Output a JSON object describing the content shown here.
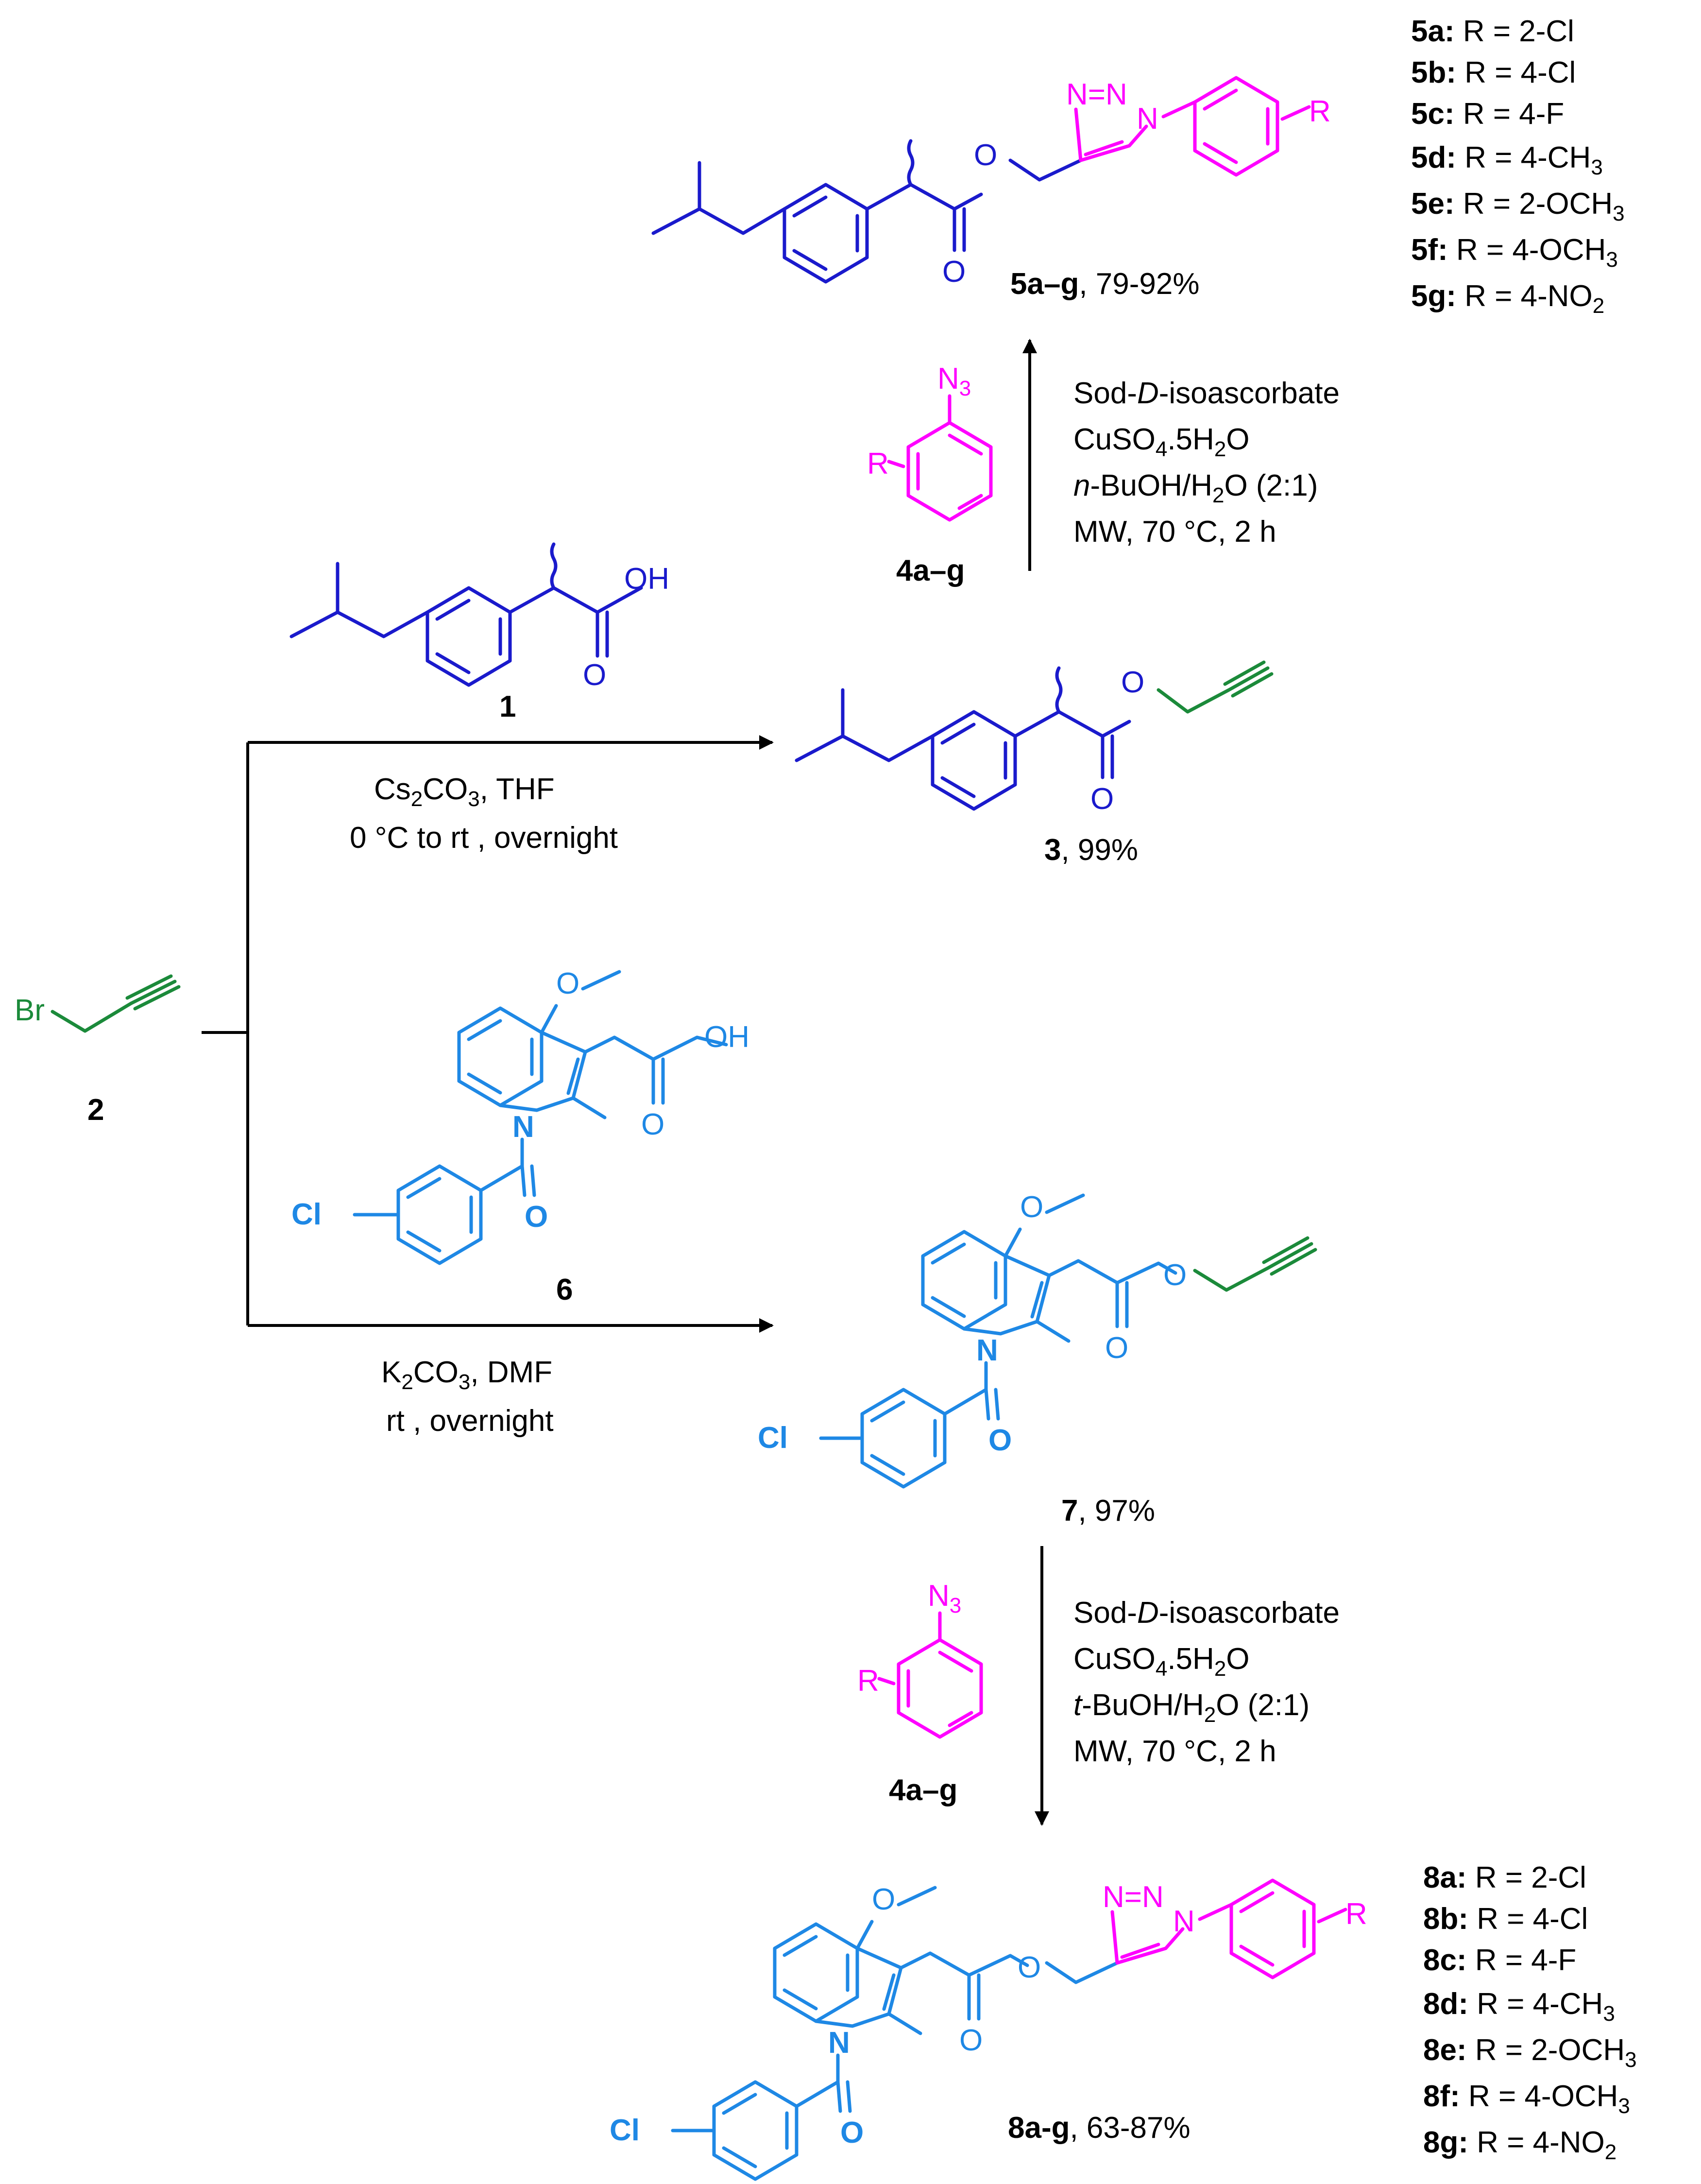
{
  "colors": {
    "ibuprofen": "#1a1acc",
    "indomethacin": "#1e88e5",
    "azide": "#ff00ff",
    "bromide": "#1b8a3a",
    "text": "#000000"
  },
  "compounds": {
    "c1": {
      "label": "1",
      "groups": [
        "OH",
        "O"
      ]
    },
    "c2": {
      "label": "2",
      "atom": "Br"
    },
    "c3": {
      "label": "3",
      "yield": ", 99%",
      "groups": [
        "O",
        "O"
      ]
    },
    "c4_top": {
      "label": "4a–g",
      "groups": [
        "N3",
        "R"
      ]
    },
    "c4_bottom": {
      "label": "4a–g",
      "groups": [
        "N3",
        "R"
      ]
    },
    "c5": {
      "label": "5a–g",
      "yield": ", 79-92%",
      "groups": [
        "N=N",
        "N",
        "R",
        "O",
        "O"
      ]
    },
    "c6": {
      "label": "6",
      "groups": [
        "O",
        "OH",
        "O",
        "N",
        "Cl",
        "O"
      ]
    },
    "c7": {
      "label": "7",
      "yield": ", 97%",
      "groups": [
        "O",
        "O",
        "O",
        "N",
        "Cl",
        "O"
      ]
    },
    "c8": {
      "label": "8a-g",
      "yield": ", 63-87%",
      "groups": [
        "O",
        "N=N",
        "N",
        "R",
        "O",
        "O",
        "N",
        "Cl",
        "O"
      ]
    }
  },
  "conditions": {
    "step1": [
      "Cs2CO3, THF",
      "0 °C to rt , overnight"
    ],
    "step2": [
      "K2CO3, DMF",
      "rt , overnight"
    ],
    "click_top": [
      "Sod-D-isoascorbate",
      "CuSO4.5H2O",
      "n-BuOH/H2O (2:1)",
      "MW, 70 °C, 2 h"
    ],
    "click_bottom": [
      "Sod-D-isoascorbate",
      "CuSO4.5H2O",
      "t-BuOH/H2O (2:1)",
      "MW, 70 °C, 2 h"
    ]
  },
  "series5": [
    {
      "id": "5a:",
      "r": " R = 2-Cl"
    },
    {
      "id": "5b:",
      "r": " R = 4-Cl"
    },
    {
      "id": "5c:",
      "r": " R = 4-F"
    },
    {
      "id": "5d:",
      "r": " R = 4-CH3"
    },
    {
      "id": "5e:",
      "r": " R = 2-OCH3"
    },
    {
      "id": "5f:",
      "r": " R = 4-OCH3"
    },
    {
      "id": "5g:",
      "r": " R = 4-NO2"
    }
  ],
  "series8": [
    {
      "id": "8a:",
      "r": " R = 2-Cl"
    },
    {
      "id": "8b:",
      "r": " R = 4-Cl"
    },
    {
      "id": "8c:",
      "r": " R = 4-F"
    },
    {
      "id": "8d:",
      "r": " R = 4-CH3"
    },
    {
      "id": "8e:",
      "r": " R = 2-OCH3"
    },
    {
      "id": "8f:",
      "r": " R = 4-OCH3"
    },
    {
      "id": "8g:",
      "r": " R = 4-NO2"
    }
  ]
}
